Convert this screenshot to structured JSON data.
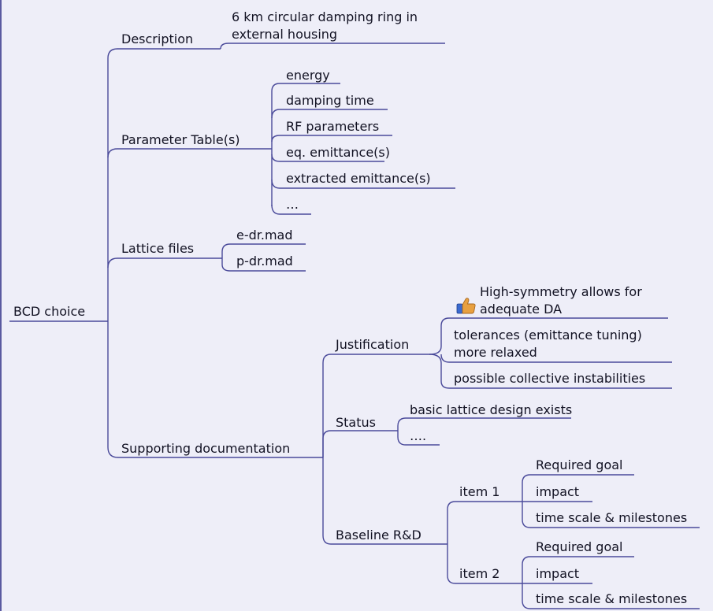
{
  "mindmap": {
    "root": "BCD choice",
    "description": {
      "label": "Description",
      "text_line1": "6 km circular damping ring in",
      "text_line2": "external housing"
    },
    "parameters": {
      "label": "Parameter Table(s)",
      "items": [
        "energy",
        "damping time",
        "RF parameters",
        "eq. emittance(s)",
        "extracted emittance(s)",
        "…"
      ]
    },
    "lattice": {
      "label": "Lattice files",
      "items": [
        "e-dr.mad",
        "p-dr.mad"
      ]
    },
    "supporting": {
      "label": "Supporting documentation",
      "justification": {
        "label": "Justification",
        "item1_line1": "High-symmetry allows for",
        "item1_line2": "adequate DA",
        "item1_icon": "thumbs-up-icon",
        "item2_line1": "tolerances (emittance tuning)",
        "item2_line2": "more relaxed",
        "item3": "possible collective instabilities"
      },
      "status": {
        "label": "Status",
        "items": [
          "basic lattice design exists",
          "…."
        ]
      },
      "baseline": {
        "label": "Baseline R&D",
        "item1": {
          "label": "item 1",
          "children": [
            "Required goal",
            "impact",
            "time scale & milestones"
          ]
        },
        "item2": {
          "label": "item 2",
          "children": [
            "Required goal",
            "impact",
            "time scale & milestones"
          ]
        }
      }
    }
  },
  "colors": {
    "background": "#eeeef8",
    "line": "#4a4a9a",
    "text": "#111122",
    "thumb": "#e8a040"
  }
}
